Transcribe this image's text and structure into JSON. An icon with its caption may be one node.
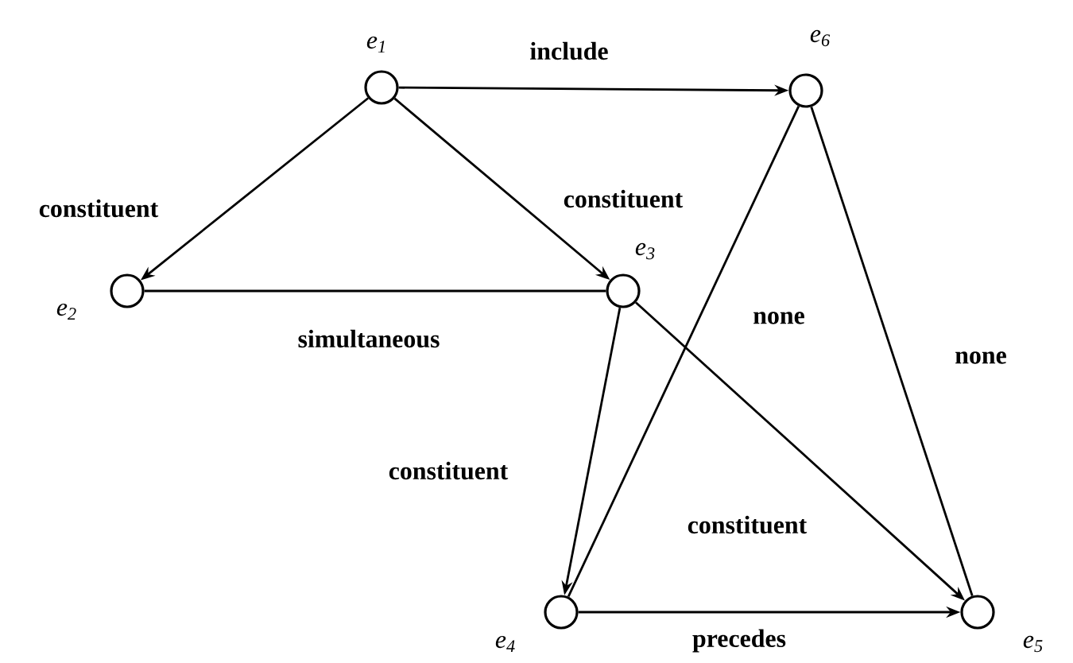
{
  "diagram": {
    "nodes": [
      {
        "text": [],
        "shape": "circle",
        "beside": [
          "e$_{1}$"
        ]
      },
      {
        "text": [],
        "shape": "circle",
        "beside": [
          "e$_{2}$"
        ]
      },
      {
        "text": [],
        "shape": "circle",
        "beside": [
          "e$_{3}$"
        ]
      },
      {
        "text": [],
        "shape": "circle",
        "beside": [
          "e$_{4}$"
        ]
      },
      {
        "text": [],
        "shape": "circle",
        "beside": [
          "e$_{5}$"
        ]
      },
      {
        "text": [],
        "shape": "circle",
        "beside": [
          "e$_{6}$"
        ]
      }
    ],
    "edges": [
      {
        "from": 0,
        "to": 5,
        "arrow": "to",
        "label": "include"
      },
      {
        "from": 0,
        "to": 1,
        "arrow": "to",
        "label": "constituent"
      },
      {
        "from": 0,
        "to": 2,
        "arrow": "to",
        "label": "constituent"
      },
      {
        "from": 2,
        "to": 1,
        "arrow": "none",
        "label": "simultaneous"
      },
      {
        "from": 2,
        "to": 3,
        "arrow": "to",
        "label": "constituent"
      },
      {
        "from": 2,
        "to": 4,
        "arrow": "to",
        "label": "constituent"
      },
      {
        "from": 3,
        "to": 4,
        "arrow": "to",
        "label": "precedes"
      },
      {
        "from": 5,
        "to": 3,
        "arrow": "none",
        "label": "none"
      },
      {
        "from": 5,
        "to": 4,
        "arrow": "none",
        "label": "none"
      }
    ]
  }
}
